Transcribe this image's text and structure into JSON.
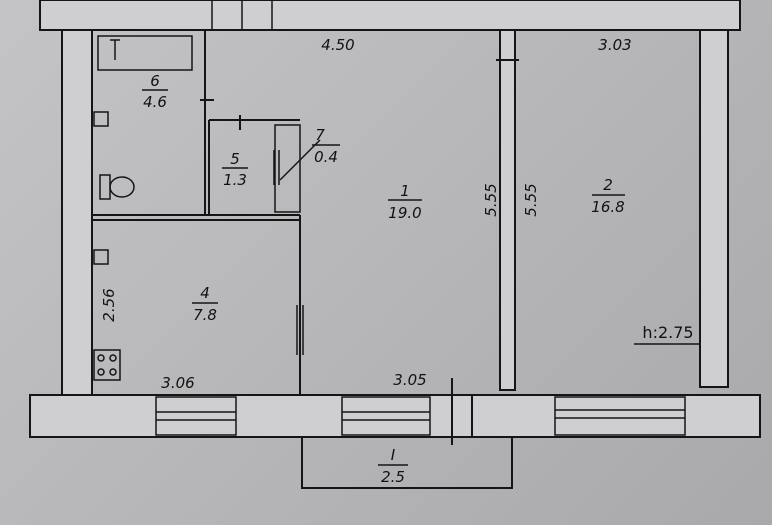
{
  "dimensions": {
    "top_left": "4.50",
    "top_right": "3.03",
    "wall_left_vertical": "5.55",
    "wall_right_vertical": "5.55",
    "room4_height": "2.56",
    "bottom_left": "3.06",
    "bottom_middle": "3.05"
  },
  "ceiling_height": "h:2.75",
  "rooms": [
    {
      "number": "1",
      "area": "19.0"
    },
    {
      "number": "2",
      "area": "16.8"
    },
    {
      "number": "4",
      "area": "7.8"
    },
    {
      "number": "5",
      "area": "1.3"
    },
    {
      "number": "6",
      "area": "4.6"
    },
    {
      "number": "7",
      "area": "0.4"
    }
  ],
  "balcony": {
    "number": "I",
    "area": "2.5"
  }
}
